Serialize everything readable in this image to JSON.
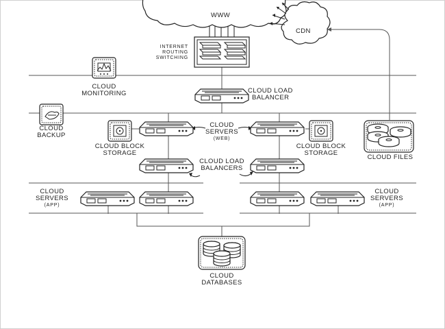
{
  "labels": {
    "www": "WWW",
    "cdn": "CDN",
    "routing": [
      "INTERNET",
      "ROUTING",
      "SWITCHING"
    ],
    "monitoring": [
      "CLOUD",
      "MONITORING"
    ],
    "lb_top": [
      "CLOUD LOAD",
      "BALANCER"
    ],
    "backup": [
      "CLOUD",
      "BACKUP"
    ],
    "web_servers": [
      "CLOUD",
      "SERVERS",
      "(WEB)"
    ],
    "block_storage_left": [
      "CLOUD BLOCK",
      "STORAGE"
    ],
    "block_storage_right": [
      "CLOUD BLOCK",
      "STORAGE"
    ],
    "lb_mid": [
      "CLOUD LOAD",
      "BALANCERS"
    ],
    "app_left": [
      "CLOUD",
      "SERVERS",
      "(APP)"
    ],
    "app_right": [
      "CLOUD",
      "SERVERS",
      "(APP)"
    ],
    "files": "CLOUD FILES",
    "databases": [
      "CLOUD",
      "DATABASES"
    ]
  },
  "icons": [
    "cloud-www-icon",
    "cloud-cdn-icon",
    "switch-icon",
    "monitoring-icon",
    "backup-icon",
    "load-balancer-icon",
    "server-icon",
    "block-storage-icon",
    "files-icon",
    "database-icon"
  ]
}
